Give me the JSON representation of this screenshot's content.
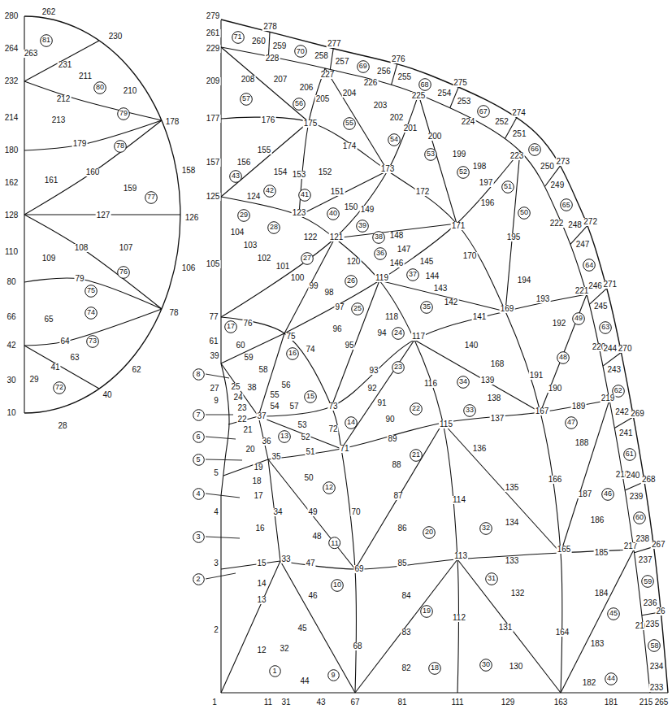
{
  "diagram": {
    "nodes": [
      {
        "text": [
          "81"
        ]
      },
      {
        "text": [
          "80"
        ]
      },
      {
        "text": [
          "79"
        ]
      },
      {
        "text": [
          "78"
        ]
      },
      {
        "text": [
          "77"
        ]
      },
      {
        "text": [
          "76"
        ]
      },
      {
        "text": [
          "75"
        ]
      },
      {
        "text": [
          "74"
        ]
      },
      {
        "text": [
          "73"
        ]
      },
      {
        "text": [
          "72"
        ]
      },
      {
        "text": [
          "1"
        ]
      },
      {
        "text": [
          "2"
        ]
      },
      {
        "text": [
          "3"
        ]
      },
      {
        "text": [
          "4"
        ]
      },
      {
        "text": [
          "5"
        ]
      },
      {
        "text": [
          "6"
        ]
      },
      {
        "text": [
          "7"
        ]
      },
      {
        "text": [
          "8"
        ]
      },
      {
        "text": [
          "9"
        ]
      },
      {
        "text": [
          "10"
        ]
      },
      {
        "text": [
          "11"
        ]
      },
      {
        "text": [
          "12"
        ]
      },
      {
        "text": [
          "13"
        ]
      },
      {
        "text": [
          "14"
        ]
      },
      {
        "text": [
          "15"
        ]
      },
      {
        "text": [
          "16"
        ]
      },
      {
        "text": [
          "17"
        ]
      },
      {
        "text": [
          "18"
        ]
      },
      {
        "text": [
          "19"
        ]
      },
      {
        "text": [
          "20"
        ]
      },
      {
        "text": [
          "21"
        ]
      },
      {
        "text": [
          "22"
        ]
      },
      {
        "text": [
          "23"
        ]
      },
      {
        "text": [
          "24"
        ]
      },
      {
        "text": [
          "25"
        ]
      },
      {
        "text": [
          "26"
        ]
      },
      {
        "text": [
          "27"
        ]
      },
      {
        "text": [
          "28"
        ]
      },
      {
        "text": [
          "29"
        ]
      },
      {
        "text": [
          "30"
        ]
      },
      {
        "text": [
          "31"
        ]
      },
      {
        "text": [
          "32"
        ]
      },
      {
        "text": [
          "33"
        ]
      },
      {
        "text": [
          "34"
        ]
      },
      {
        "text": [
          "35"
        ]
      },
      {
        "text": [
          "36"
        ]
      },
      {
        "text": [
          "37"
        ]
      },
      {
        "text": [
          "38"
        ]
      },
      {
        "text": [
          "39"
        ]
      },
      {
        "text": [
          "40"
        ]
      },
      {
        "text": [
          "41"
        ]
      },
      {
        "text": [
          "42"
        ]
      },
      {
        "text": [
          "43"
        ]
      },
      {
        "text": [
          "44"
        ]
      },
      {
        "text": [
          "45"
        ]
      },
      {
        "text": [
          "46"
        ]
      },
      {
        "text": [
          "47"
        ]
      },
      {
        "text": [
          "48"
        ]
      },
      {
        "text": [
          "49"
        ]
      },
      {
        "text": [
          "50"
        ]
      },
      {
        "text": [
          "51"
        ]
      },
      {
        "text": [
          "52"
        ]
      },
      {
        "text": [
          "53"
        ]
      },
      {
        "text": [
          "54"
        ]
      },
      {
        "text": [
          "55"
        ]
      },
      {
        "text": [
          "56"
        ]
      },
      {
        "text": [
          "57"
        ]
      },
      {
        "text": [
          "58"
        ]
      },
      {
        "text": [
          "59"
        ]
      },
      {
        "text": [
          "60"
        ]
      },
      {
        "text": [
          "61"
        ]
      },
      {
        "text": [
          "62"
        ]
      },
      {
        "text": [
          "63"
        ]
      },
      {
        "text": [
          "64"
        ]
      },
      {
        "text": [
          "65"
        ]
      },
      {
        "text": [
          "66"
        ]
      },
      {
        "text": [
          "67"
        ]
      },
      {
        "text": [
          "68"
        ]
      },
      {
        "text": [
          "69"
        ]
      },
      {
        "text": [
          "70"
        ]
      },
      {
        "text": [
          "71"
        ]
      }
    ],
    "labels": [
      "280",
      "262",
      "264",
      "263",
      "230",
      "231",
      "232",
      "212",
      "211",
      "210",
      "214",
      "213",
      "178",
      "180",
      "179",
      "162",
      "161",
      "160",
      "159",
      "158",
      "128",
      "127",
      "126",
      "110",
      "109",
      "108",
      "107",
      "106",
      "80",
      "79",
      "66",
      "65",
      "78",
      "42",
      "64",
      "63",
      "62",
      "41",
      "30",
      "29",
      "40",
      "10",
      "28",
      "279",
      "261",
      "229",
      "209",
      "177",
      "157",
      "125",
      "105",
      "77",
      "61",
      "39",
      "27",
      "9",
      "5",
      "4",
      "3",
      "2",
      "1",
      "11",
      "31",
      "43",
      "67",
      "81",
      "111",
      "129",
      "163",
      "181",
      "215",
      "265",
      "12",
      "32",
      "13",
      "14",
      "15",
      "33",
      "16",
      "34",
      "17",
      "18",
      "19",
      "35",
      "20",
      "36",
      "21",
      "22",
      "37",
      "23",
      "24",
      "25",
      "38",
      "58",
      "59",
      "60",
      "76",
      "75",
      "74",
      "54",
      "55",
      "56",
      "57",
      "53",
      "52",
      "72",
      "51",
      "71",
      "50",
      "49",
      "70",
      "48",
      "47",
      "69",
      "46",
      "45",
      "68",
      "44",
      "73",
      "86",
      "87",
      "85",
      "84",
      "83",
      "82",
      "114",
      "113",
      "112",
      "88",
      "89",
      "90",
      "91",
      "92",
      "93",
      "95",
      "96",
      "94",
      "115",
      "116",
      "117",
      "118",
      "97",
      "98",
      "99",
      "100",
      "101",
      "119",
      "120",
      "121",
      "122",
      "102",
      "103",
      "104",
      "123",
      "124",
      "130",
      "131",
      "132",
      "133",
      "164",
      "165",
      "134",
      "135",
      "166",
      "136",
      "137",
      "138",
      "139",
      "168",
      "167",
      "140",
      "141",
      "142",
      "143",
      "144",
      "145",
      "146",
      "147",
      "148",
      "149",
      "150",
      "151",
      "152",
      "153",
      "154",
      "155",
      "156",
      "169",
      "170",
      "171",
      "172",
      "173",
      "174",
      "175",
      "176",
      "208",
      "207",
      "206",
      "205",
      "204",
      "203",
      "202",
      "201",
      "200",
      "199",
      "228",
      "227",
      "226",
      "225",
      "224",
      "223",
      "222",
      "221",
      "220",
      "219",
      "218",
      "217",
      "216",
      "196",
      "197",
      "198",
      "195",
      "194",
      "193",
      "192",
      "191",
      "190",
      "189",
      "188",
      "187",
      "186",
      "185",
      "184",
      "183",
      "182",
      "233",
      "234",
      "235",
      "236",
      "237",
      "238",
      "239",
      "240",
      "241",
      "242",
      "243",
      "244",
      "245",
      "246",
      "247",
      "248",
      "249",
      "250",
      "251",
      "252",
      "253",
      "254",
      "255",
      "256",
      "257",
      "258",
      "259",
      "260",
      "26",
      "267",
      "268",
      "269",
      "270",
      "271",
      "272",
      "273",
      "274",
      "275",
      "276",
      "277",
      "278"
    ]
  }
}
